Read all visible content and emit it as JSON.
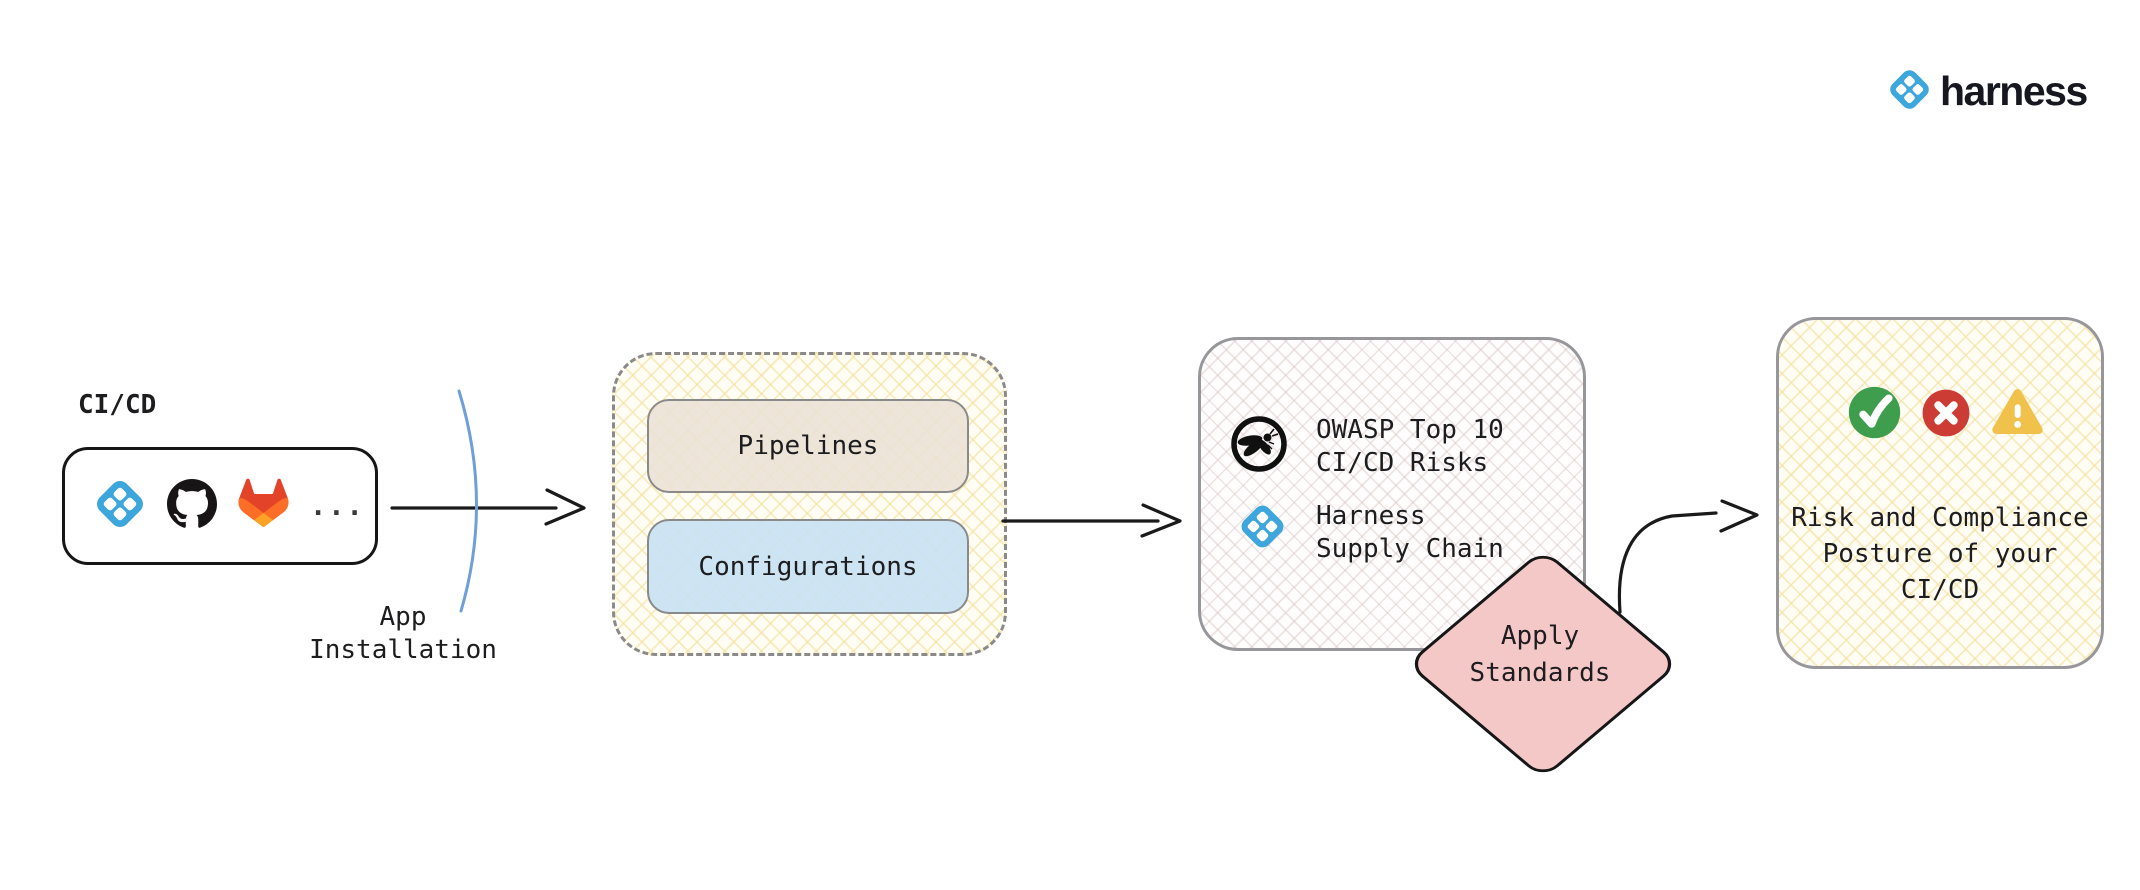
{
  "brand": {
    "name": "harness"
  },
  "diagram": {
    "source": {
      "title": "CI/CD",
      "ellipsis": "...",
      "icons": [
        "harness-icon",
        "github-icon",
        "gitlab-icon"
      ]
    },
    "app_installation": {
      "label": "App\nInstallation"
    },
    "ingest": {
      "pipelines_label": "Pipelines",
      "configurations_label": "Configurations"
    },
    "standards": {
      "owasp_label": "OWASP Top 10\nCI/CD Risks",
      "harness_label": "Harness\nSupply Chain"
    },
    "apply_standards": {
      "label": "Apply\nStandards"
    },
    "result": {
      "label": "Risk and Compliance\nPosture of your\nCI/CD",
      "icons": [
        "check-icon",
        "cross-icon",
        "warning-icon"
      ]
    }
  },
  "colors": {
    "harness_blue": "#3DA7DD",
    "arrow_black": "#1A1A1A",
    "app_install_curve_blue": "#6F9FD8",
    "pipelines_fill": "#EAE1D6",
    "configurations_fill": "#C9E2F3",
    "apply_diamond_pink": "#F5C8C8",
    "check_green": "#3F9E4D",
    "cross_red": "#CD3C34",
    "warning_yellow": "#F0C24B",
    "hatch_yellow": "#F3DD94",
    "hatch_pink": "#D1BABA"
  }
}
